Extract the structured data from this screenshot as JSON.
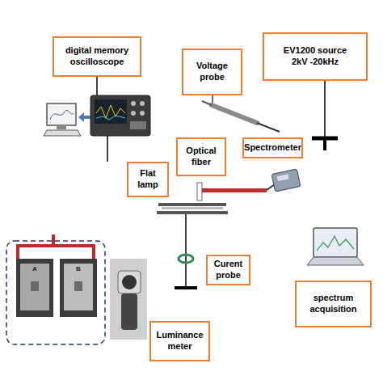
{
  "diagram": {
    "nodes": [
      {
        "text": [
          "digital memory oscilloscope"
        ]
      },
      {
        "text": [
          "Voltage probe"
        ]
      },
      {
        "text": [
          "EV1200 source 2kV -20kHz"
        ]
      },
      {
        "text": [
          "Optical fiber"
        ]
      },
      {
        "text": [
          "Flat lamp"
        ]
      },
      {
        "text": [
          "Spectrometer"
        ]
      },
      {
        "text": [
          "Curent probe"
        ]
      },
      {
        "text": [
          "spectrum acquisition"
        ]
      },
      {
        "text": [
          "Luminance meter"
        ]
      }
    ],
    "labels": [
      "A",
      "B"
    ]
  }
}
